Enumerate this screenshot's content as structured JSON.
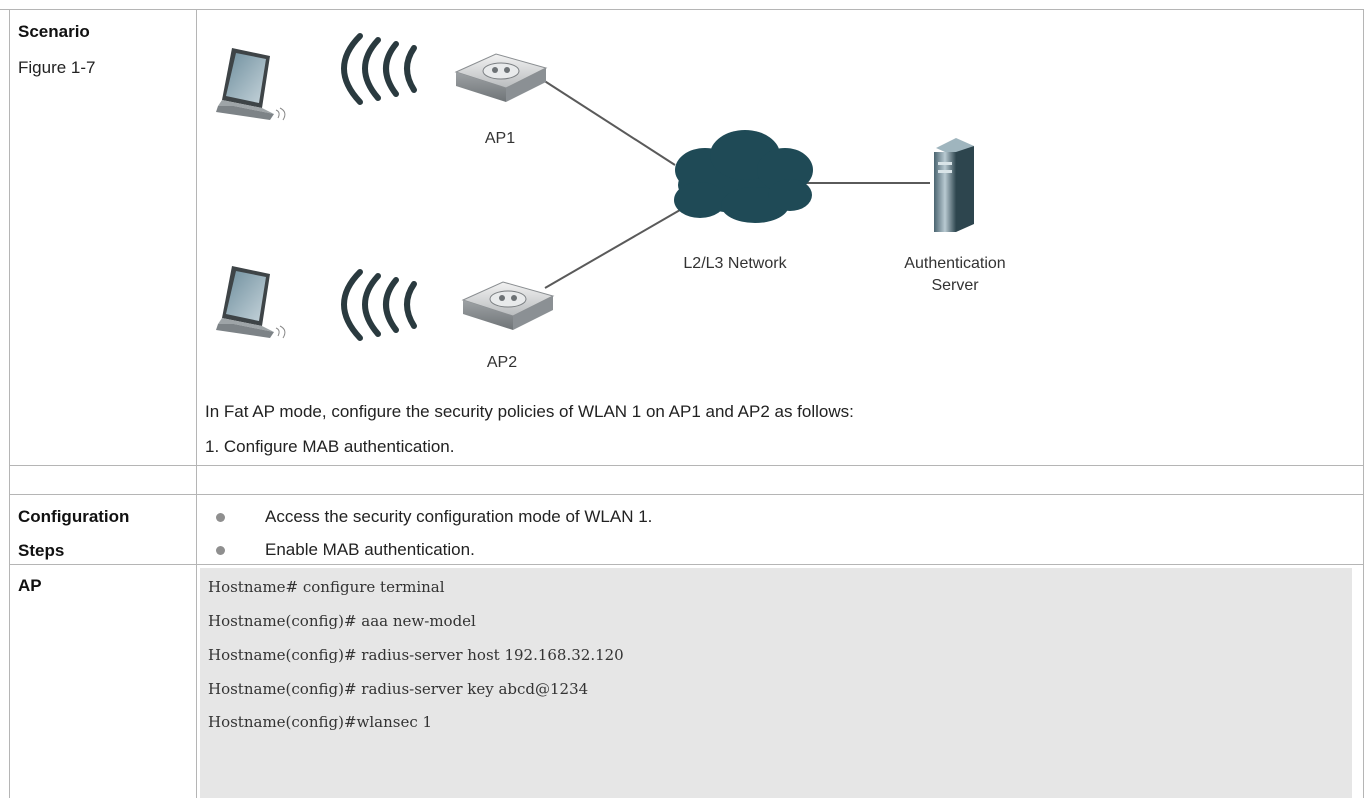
{
  "rows": {
    "scenario": {
      "heading": "Scenario",
      "figure_ref": "Figure 1-7",
      "description": "In Fat AP mode, configure the security policies of WLAN 1 on AP1 and AP2 as follows:",
      "item1": "1. Configure MAB authentication."
    },
    "steps": {
      "heading_line1": "Configuration",
      "heading_line2": "Steps",
      "bullets": [
        "Access the security configuration mode of WLAN 1.",
        "Enable MAB authentication."
      ]
    },
    "ap": {
      "heading": "AP",
      "code": [
        "Hostname# configure terminal",
        "Hostname(config)# aaa new-model",
        "Hostname(config)# radius-server host 192.168.32.120",
        "Hostname(config)# radius-server key abcd@1234",
        "Hostname(config)#wlansec 1"
      ]
    }
  },
  "diagram": {
    "ap1_label": "AP1",
    "ap2_label": "AP2",
    "network_label": "L2/L3 Network",
    "server_label_line1": "Authentication",
    "server_label_line2": "Server"
  },
  "colors": {
    "cloud": "#1f4a56",
    "wireless_waves": "#2a3a3f",
    "code_background": "#e6e6e6",
    "grid": "#b5b5b5"
  }
}
